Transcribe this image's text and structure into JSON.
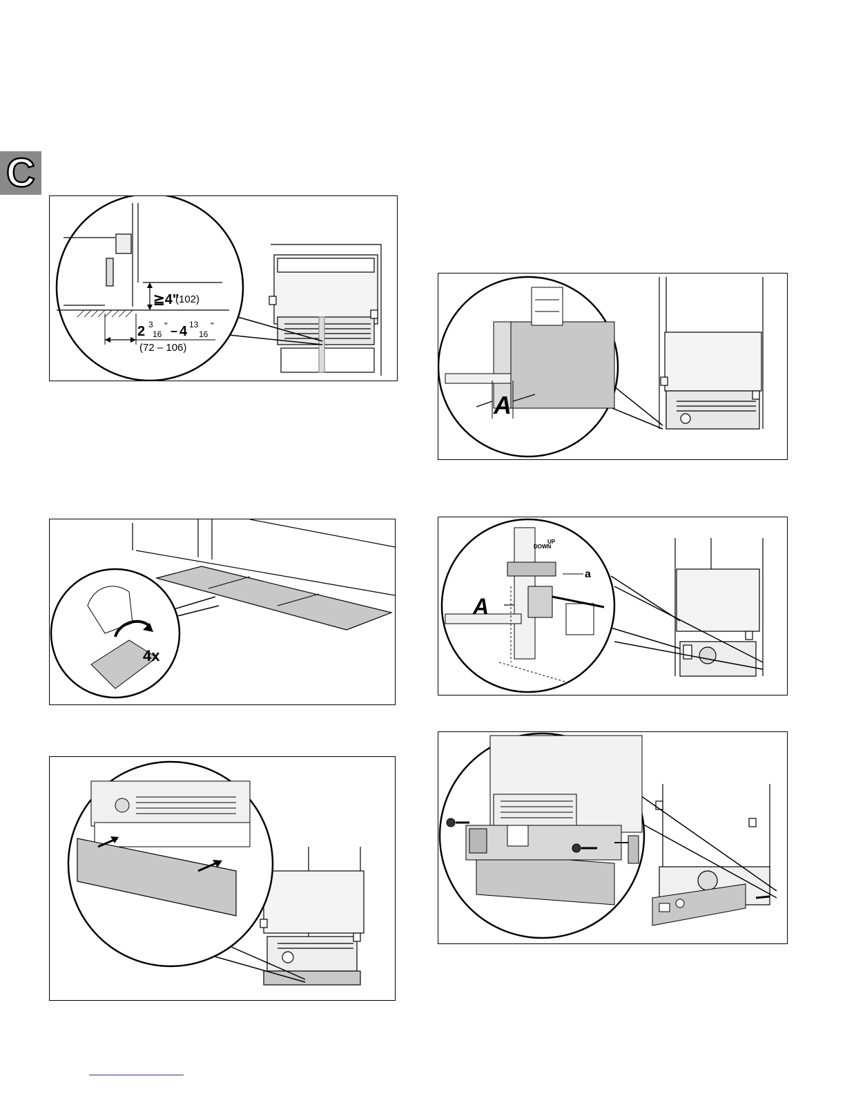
{
  "section": {
    "letter": "C"
  },
  "figures": {
    "fig1": {
      "dim_height": "≧4\"",
      "dim_height_metric": "(102)",
      "dim_range_a_whole": "2",
      "dim_range_a_num": "3",
      "dim_range_a_den": "16",
      "dim_range_sep": "–",
      "dim_range_b_whole": "4",
      "dim_range_b_num": "13",
      "dim_range_b_den": "16",
      "dim_range_metric": "(72 – 106)",
      "inch_mark": "\""
    },
    "fig2": {
      "label": "A"
    },
    "fig3": {
      "count": "4x"
    },
    "fig4": {
      "label_a": "A",
      "label_small_a": "a",
      "up_text": "UP",
      "down_text": "DOWN"
    },
    "fig5": {},
    "fig6": {}
  },
  "colors": {
    "tab_gray": "#8a8a8a",
    "panel_gray": "#c8c8c8",
    "footer_line": "#2b2bb0"
  }
}
